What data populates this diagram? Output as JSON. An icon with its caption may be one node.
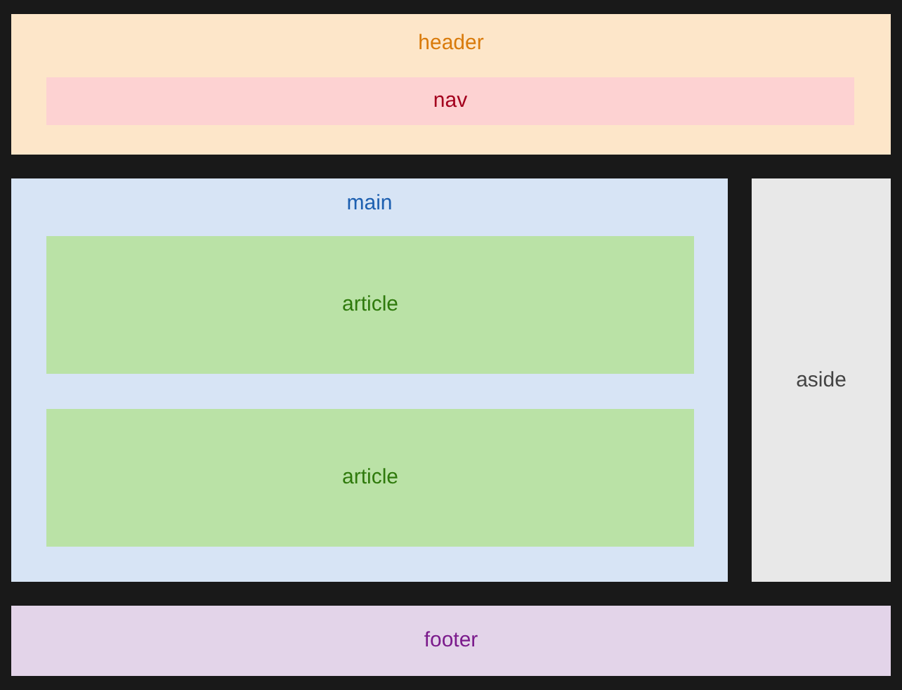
{
  "diagram": {
    "nodes": [
      {
        "text": [
          "header"
        ]
      },
      {
        "text": [
          "nav"
        ],
        "in": 0
      },
      {
        "text": [
          "main"
        ]
      },
      {
        "text": [
          "article"
        ],
        "in": 2
      },
      {
        "text": [
          "article"
        ],
        "in": 2
      },
      {
        "text": [
          "aside"
        ]
      },
      {
        "text": [
          "footer"
        ]
      }
    ]
  }
}
